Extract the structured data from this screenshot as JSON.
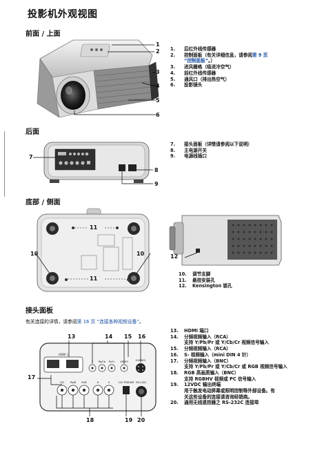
{
  "page": {
    "title": "投影机外观视图",
    "intro": {
      "prefix": "有关连接的详情，请参阅",
      "link": "第 16 页 “连接各种视频设备”",
      "suffix": "。"
    }
  },
  "sections": {
    "front": {
      "heading": "前面 / 上面"
    },
    "rear": {
      "heading": "后面"
    },
    "bottom": {
      "heading": "底部 / 侧面"
    },
    "panel": {
      "heading": "接头面板"
    }
  },
  "front_items": [
    {
      "n": "1.",
      "text": "后红外线传感器"
    },
    {
      "n": "2.",
      "text": "控制面板（有关详细信息，请参阅",
      "link": "第 9 页"
    },
    {
      "n": "",
      "text": "",
      "link": "“控制面板”",
      "tail": "。）"
    },
    {
      "n": "3.",
      "text": "进风栅格（吸进冷空气）"
    },
    {
      "n": "4.",
      "text": "前红外线传感器"
    },
    {
      "n": "5.",
      "text": "通风口（排出热空气）"
    },
    {
      "n": "6.",
      "text": "投影镜头"
    }
  ],
  "rear_items": [
    {
      "n": "7.",
      "text": "接头面板（详情请参阅以下说明）"
    },
    {
      "n": "8.",
      "text": "主电源开关"
    },
    {
      "n": "9.",
      "text": "电源线插口"
    }
  ],
  "bottom_items": [
    {
      "n": "10.",
      "text": "调节支脚"
    },
    {
      "n": "11.",
      "text": "悬挂安装孔"
    },
    {
      "n": "12.",
      "text": "Kensington 锁孔"
    }
  ],
  "panel_items": [
    {
      "n": "13.",
      "text": "HDMI 端口"
    },
    {
      "n": "14.",
      "text": "分频视频输入（RCA）"
    },
    {
      "n": "",
      "text": "支持 Y/Pb/Pr 或 Y/Cb/Cr 视频信号输入"
    },
    {
      "n": "15.",
      "text": "分频视频输入（RCA）"
    },
    {
      "n": "16.",
      "text": "S- 视频输入（mini DIN 4 针）"
    },
    {
      "n": "17.",
      "text": "分频视频输入（BNC）"
    },
    {
      "n": "",
      "text": "支持 Y/Pb/Pr 或 Y/Cb/Cr 或 RGB 视频信号输入"
    },
    {
      "n": "18.",
      "text": "RGB 高画质输入（BNC）"
    },
    {
      "n": "",
      "text": "支持 RGBHV 视频或 PC 信号输入"
    },
    {
      "n": "19.",
      "text": "12VDC 输出终端"
    },
    {
      "n": "",
      "text": "用于触发电动屏幕或照明控制等外部设备。有"
    },
    {
      "n": "",
      "text": "关这些设备的连接请咨询经销商。"
    },
    {
      "n": "20.",
      "text": "通用无线遥控器之 RS-232C 连接埠"
    }
  ],
  "callouts": {
    "front": [
      "1",
      "2",
      "3",
      "4",
      "5",
      "6"
    ],
    "rear": [
      "7",
      "8",
      "9"
    ],
    "bottom": [
      "11",
      "10",
      "10",
      "11",
      "12"
    ],
    "panel": [
      "13",
      "14",
      "15",
      "16",
      "17",
      "18",
      "19",
      "20"
    ]
  },
  "panel_labels": {
    "hdmi": "HDMI 1",
    "rca": [
      "Y",
      "Pb/Cb",
      "Pr/Cr",
      "VIDEO"
    ],
    "svideo": "S-VIDEO",
    "bnc": [
      "Y/G",
      "Pb/B",
      "Pr/R",
      "H",
      "V"
    ],
    "dc": "12V TRIGGER",
    "rs232": "RS-232C"
  }
}
